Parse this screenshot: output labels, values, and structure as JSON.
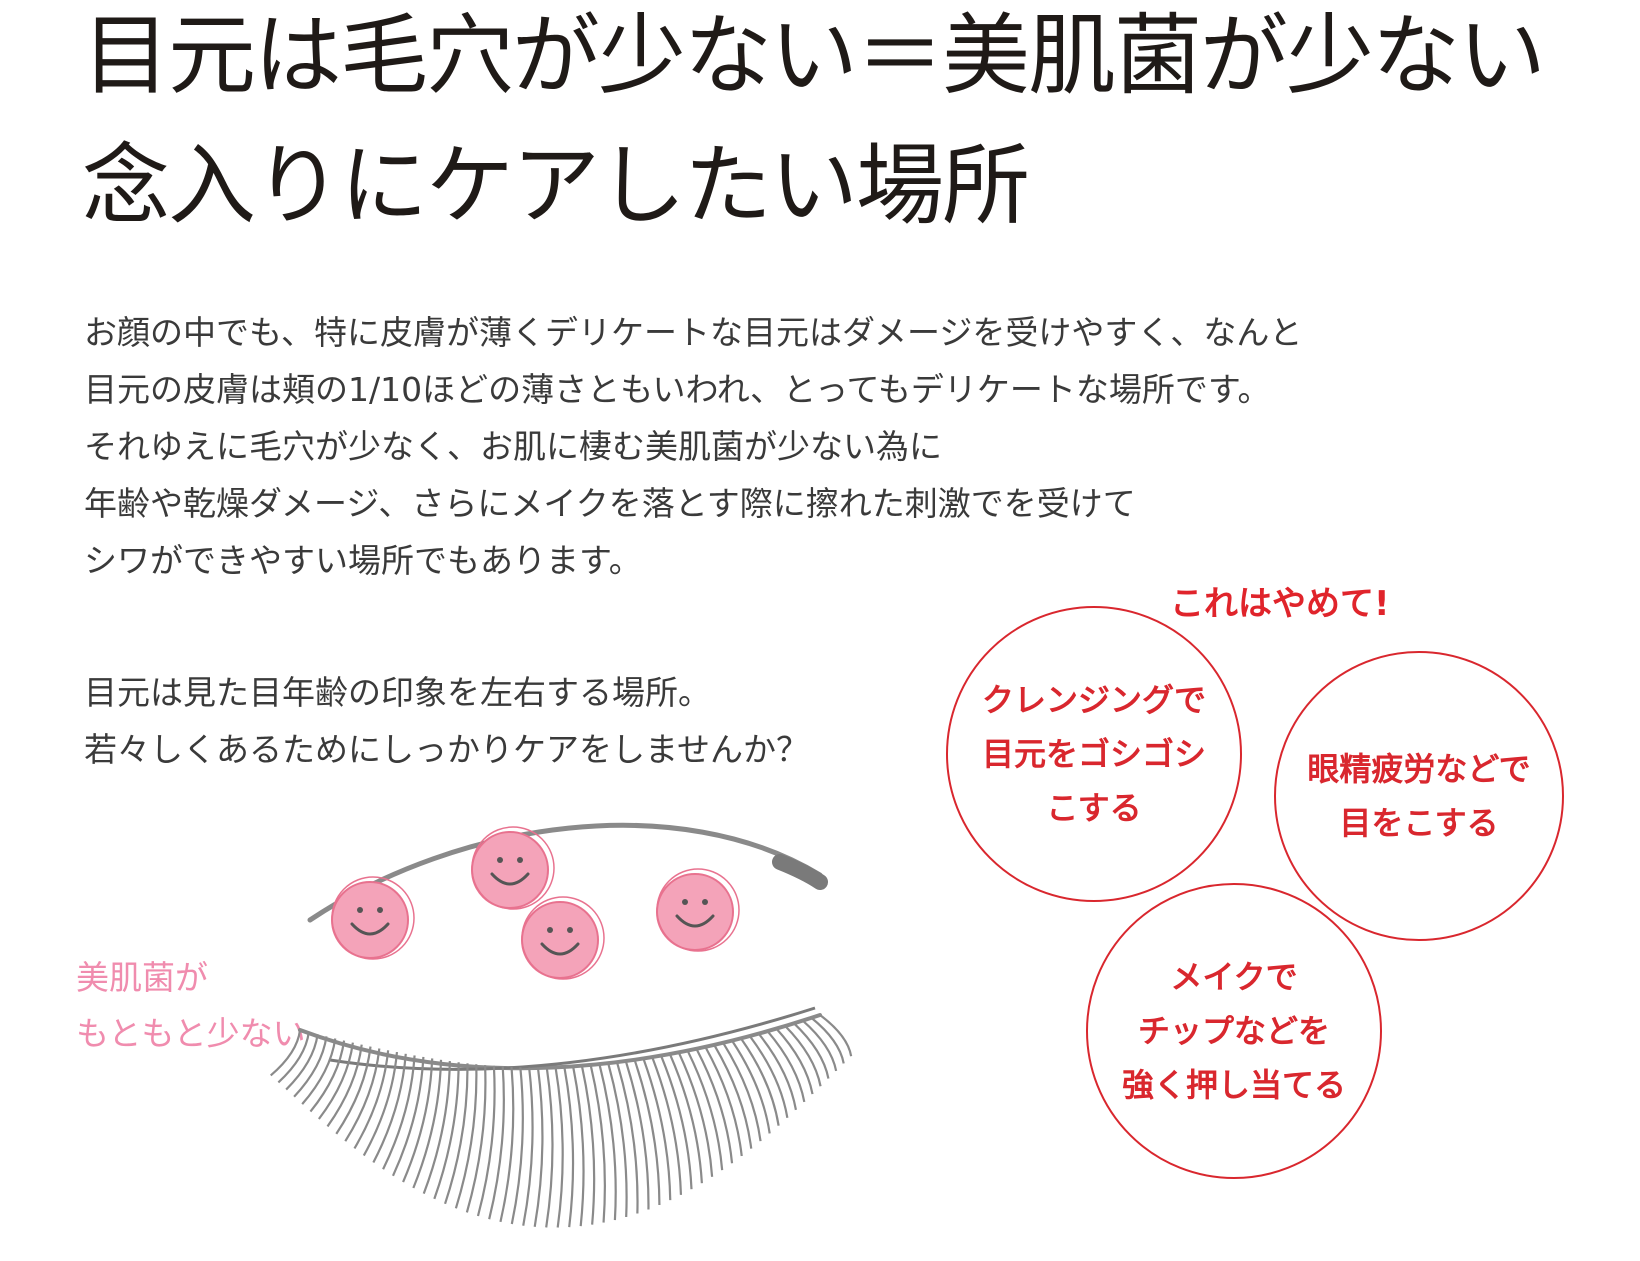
{
  "headline": {
    "line1": "目元は毛穴が少ない＝美肌菌が少ない",
    "line2": "念入りにケアしたい場所"
  },
  "body": {
    "paragraph1": [
      "お顔の中でも、特に皮膚が薄くデリケートな目元はダメージを受けやすく、なんと",
      "目元の皮膚は頬の1/10ほどの薄さともいわれ、とってもデリケートな場所です。",
      "それゆえに毛穴が少なく、お肌に棲む美肌菌が少ない為に",
      "年齢や乾燥ダメージ、さらにメイクを落とす際に擦れた刺激でを受けて",
      "シワができやすい場所でもあります。"
    ],
    "paragraph2": [
      "目元は見た目年齢の印象を左右する場所。",
      "若々しくあるためにしっかりケアをしませんか？"
    ]
  },
  "warning": {
    "title": "これはやめて!",
    "bubbles": [
      [
        "クレンジングで",
        "目元をゴシゴシ",
        "こする"
      ],
      [
        "眼精疲労などで",
        "目をこする"
      ],
      [
        "メイクで",
        "チップなどを",
        "強く押し当てる"
      ]
    ]
  },
  "illustration": {
    "label": [
      "美肌菌が",
      "もともと少ない"
    ],
    "smiley_count": 4
  },
  "colors": {
    "warning_red": "#d9272e",
    "smiley_pink": "#f4a3b9",
    "label_pink": "#f08cae",
    "lash_gray": "#8a8a8a"
  }
}
